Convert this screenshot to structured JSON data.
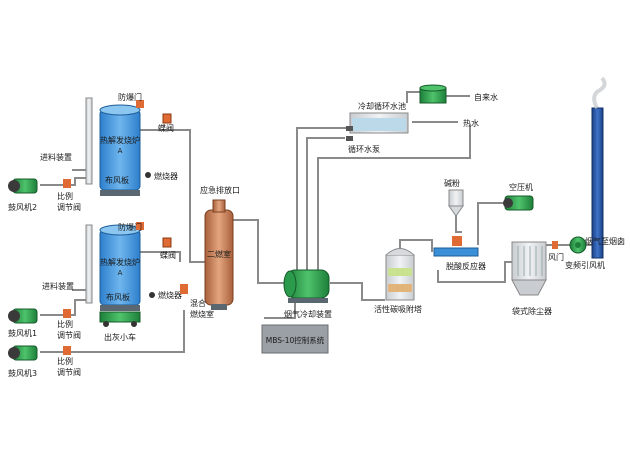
{
  "labels": {
    "fangbao_top": "防爆门",
    "diefa_top": "蝶阀",
    "furnace_a_top": "热解发烧炉",
    "furnace_a_top_sub": "A",
    "jinliao_top": "进料装置",
    "bufengban_top": "布风板",
    "ranshaoqi_top": "燃烧器",
    "fan2": "鼓风机2",
    "bili_top": "比例",
    "bili_top_2": "调节阀",
    "emergency": "应急排放口",
    "erran": "二燃室",
    "fangbao_bot": "防爆门",
    "diefa_bot": "蝶阀",
    "furnace_b": "热解发烧炉",
    "furnace_b_sub": "A",
    "jinliao_bot": "进料装置",
    "bufengban_bot": "布风板",
    "ranshaoqi_bot": "燃烧器",
    "hunhe": "混合",
    "hunhe_2": "燃烧室",
    "chuhui": "出灰小车",
    "fan1": "鼓风机1",
    "bili_mid": "比例",
    "bili_mid_2": "调节阀",
    "fan3": "鼓风机3",
    "bili_bot": "比例",
    "bili_bot_2": "调节阀",
    "cooling_device": "烟气冷却装置",
    "control_system": "MBS-10控制系统",
    "water_pool": "冷却循环水池",
    "pump": "循环水泵",
    "tap_water": "自来水",
    "hot_water": "热水",
    "carbon_tower": "活性碳吸附塔",
    "alkali": "碱粉",
    "deacid": "脱酸反应器",
    "compressor": "空压机",
    "bag_filter": "袋式除尘器",
    "air_door": "风门",
    "induced_fan": "变频引风机",
    "chimney": "烟气至烟囱"
  },
  "colors": {
    "pipe": "#8a8a8a",
    "furnace": "#3a8fd6",
    "erran": "#c9825c",
    "green": "#2fa84f",
    "chimney": "#1f4fa0",
    "valve": "#e06a34"
  }
}
